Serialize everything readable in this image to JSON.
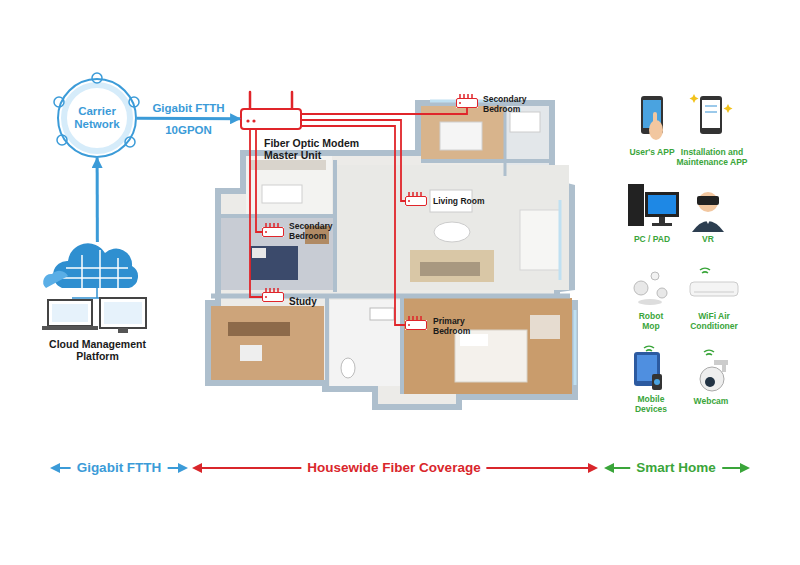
{
  "diagram": {
    "nodes": [
      {
        "text": [
          "Carrier Network"
        ]
      },
      {
        "text": [
          "Fiber Optic Modem Master Unit"
        ]
      },
      {
        "text": [
          "Secondary Bedroom"
        ]
      },
      {
        "text": [
          "Living Room"
        ]
      },
      {
        "text": [
          "Secondary Bedroom"
        ]
      },
      {
        "text": [
          "Cloud Management Platform"
        ]
      },
      {
        "text": [
          "Study"
        ]
      },
      {
        "text": [
          "Primary Bedroom"
        ]
      }
    ],
    "edges": [
      {
        "from": 5,
        "to": 0,
        "arrow": "to"
      },
      {
        "from": 0,
        "to": 1,
        "arrow": "to",
        "label": "Gigabit FTTH 10GPON"
      },
      {
        "from": 1,
        "to": 2,
        "arrow": "none"
      },
      {
        "from": 1,
        "to": 3,
        "arrow": "none"
      },
      {
        "from": 1,
        "to": 4,
        "arrow": "none"
      },
      {
        "from": 1,
        "to": 6,
        "arrow": "none"
      },
      {
        "from": 1,
        "to": 7,
        "arrow": "none"
      }
    ],
    "labels": [
      "User's APP",
      "Installation and Maintenance APP",
      "PC / PAD",
      "VR",
      "Robot Mop",
      "WiFi Air Conditioner",
      "Mobile Devices",
      "Webcam",
      "Gigabit FTTH",
      "Housewide Fiber Coverage",
      "Smart Home"
    ]
  }
}
